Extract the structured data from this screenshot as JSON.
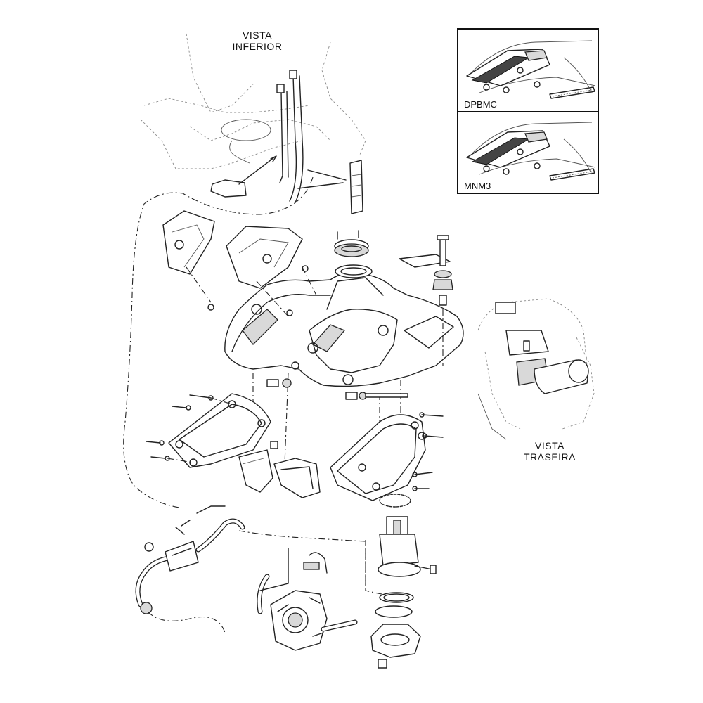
{
  "labels": {
    "vista_inferior": "VISTA\nINFERIOR",
    "vista_traseira": "VISTA\nTRASEIRA"
  },
  "insets": [
    {
      "label": "DPBMC"
    },
    {
      "label": "MNM3"
    }
  ],
  "colors": {
    "line": "#222222",
    "background": "#ffffff"
  }
}
